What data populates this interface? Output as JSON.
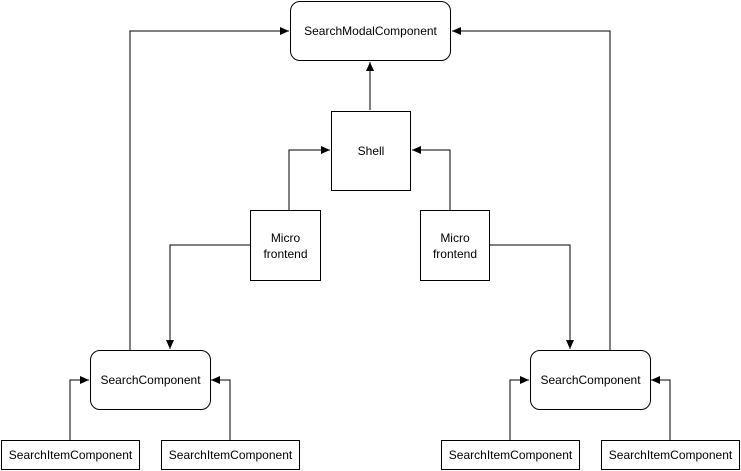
{
  "diagram": {
    "nodes": {
      "search_modal": "SearchModalComponent",
      "shell": "Shell",
      "mf_left": "Micro\nfrontend",
      "mf_right": "Micro\nfrontend",
      "search_left": "SearchComponent",
      "search_right": "SearchComponent",
      "item_left_1": "SearchItemComponent",
      "item_left_2": "SearchItemComponent",
      "item_right_1": "SearchItemComponent",
      "item_right_2": "SearchItemComponent"
    },
    "edges": [
      {
        "from": "shell",
        "to": "search_modal"
      },
      {
        "from": "mf_left",
        "to": "shell"
      },
      {
        "from": "mf_right",
        "to": "shell"
      },
      {
        "from": "mf_left",
        "to": "search_left"
      },
      {
        "from": "mf_right",
        "to": "search_right"
      },
      {
        "from": "search_left",
        "to": "search_modal"
      },
      {
        "from": "search_right",
        "to": "search_modal"
      },
      {
        "from": "item_left_1",
        "to": "search_left"
      },
      {
        "from": "item_left_2",
        "to": "search_left"
      },
      {
        "from": "item_right_1",
        "to": "search_right"
      },
      {
        "from": "item_right_2",
        "to": "search_right"
      }
    ]
  }
}
